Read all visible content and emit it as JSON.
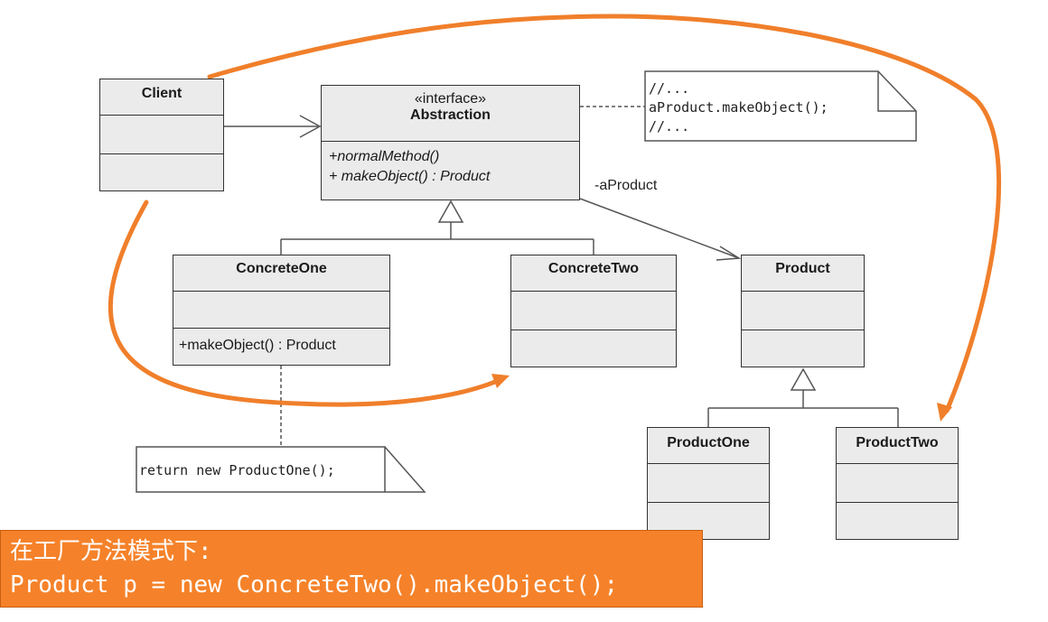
{
  "classes": {
    "client": {
      "name": "Client"
    },
    "abstraction": {
      "stereotype": "«interface»",
      "name": "Abstraction",
      "operations": [
        "+normalMethod()",
        "+ makeObject() : Product"
      ]
    },
    "concrete_one": {
      "name": "ConcreteOne",
      "operation": "+makeObject() : Product"
    },
    "concrete_two": {
      "name": "ConcreteTwo"
    },
    "product": {
      "name": "Product"
    },
    "product_one": {
      "name": "ProductOne"
    },
    "product_two": {
      "name": "ProductTwo"
    }
  },
  "notes": {
    "abstraction_note": [
      "//...",
      "aProduct.makeObject();",
      "//..."
    ],
    "concrete_one_note": "return new ProductOne();"
  },
  "association_label": "-aProduct",
  "banner": {
    "title": "在工厂方法模式下:",
    "code": "Product p = new ConcreteTwo().makeObject();"
  },
  "colors": {
    "accent": "#f5822a",
    "class_fill": "#ebebeb",
    "line": "#555555"
  }
}
